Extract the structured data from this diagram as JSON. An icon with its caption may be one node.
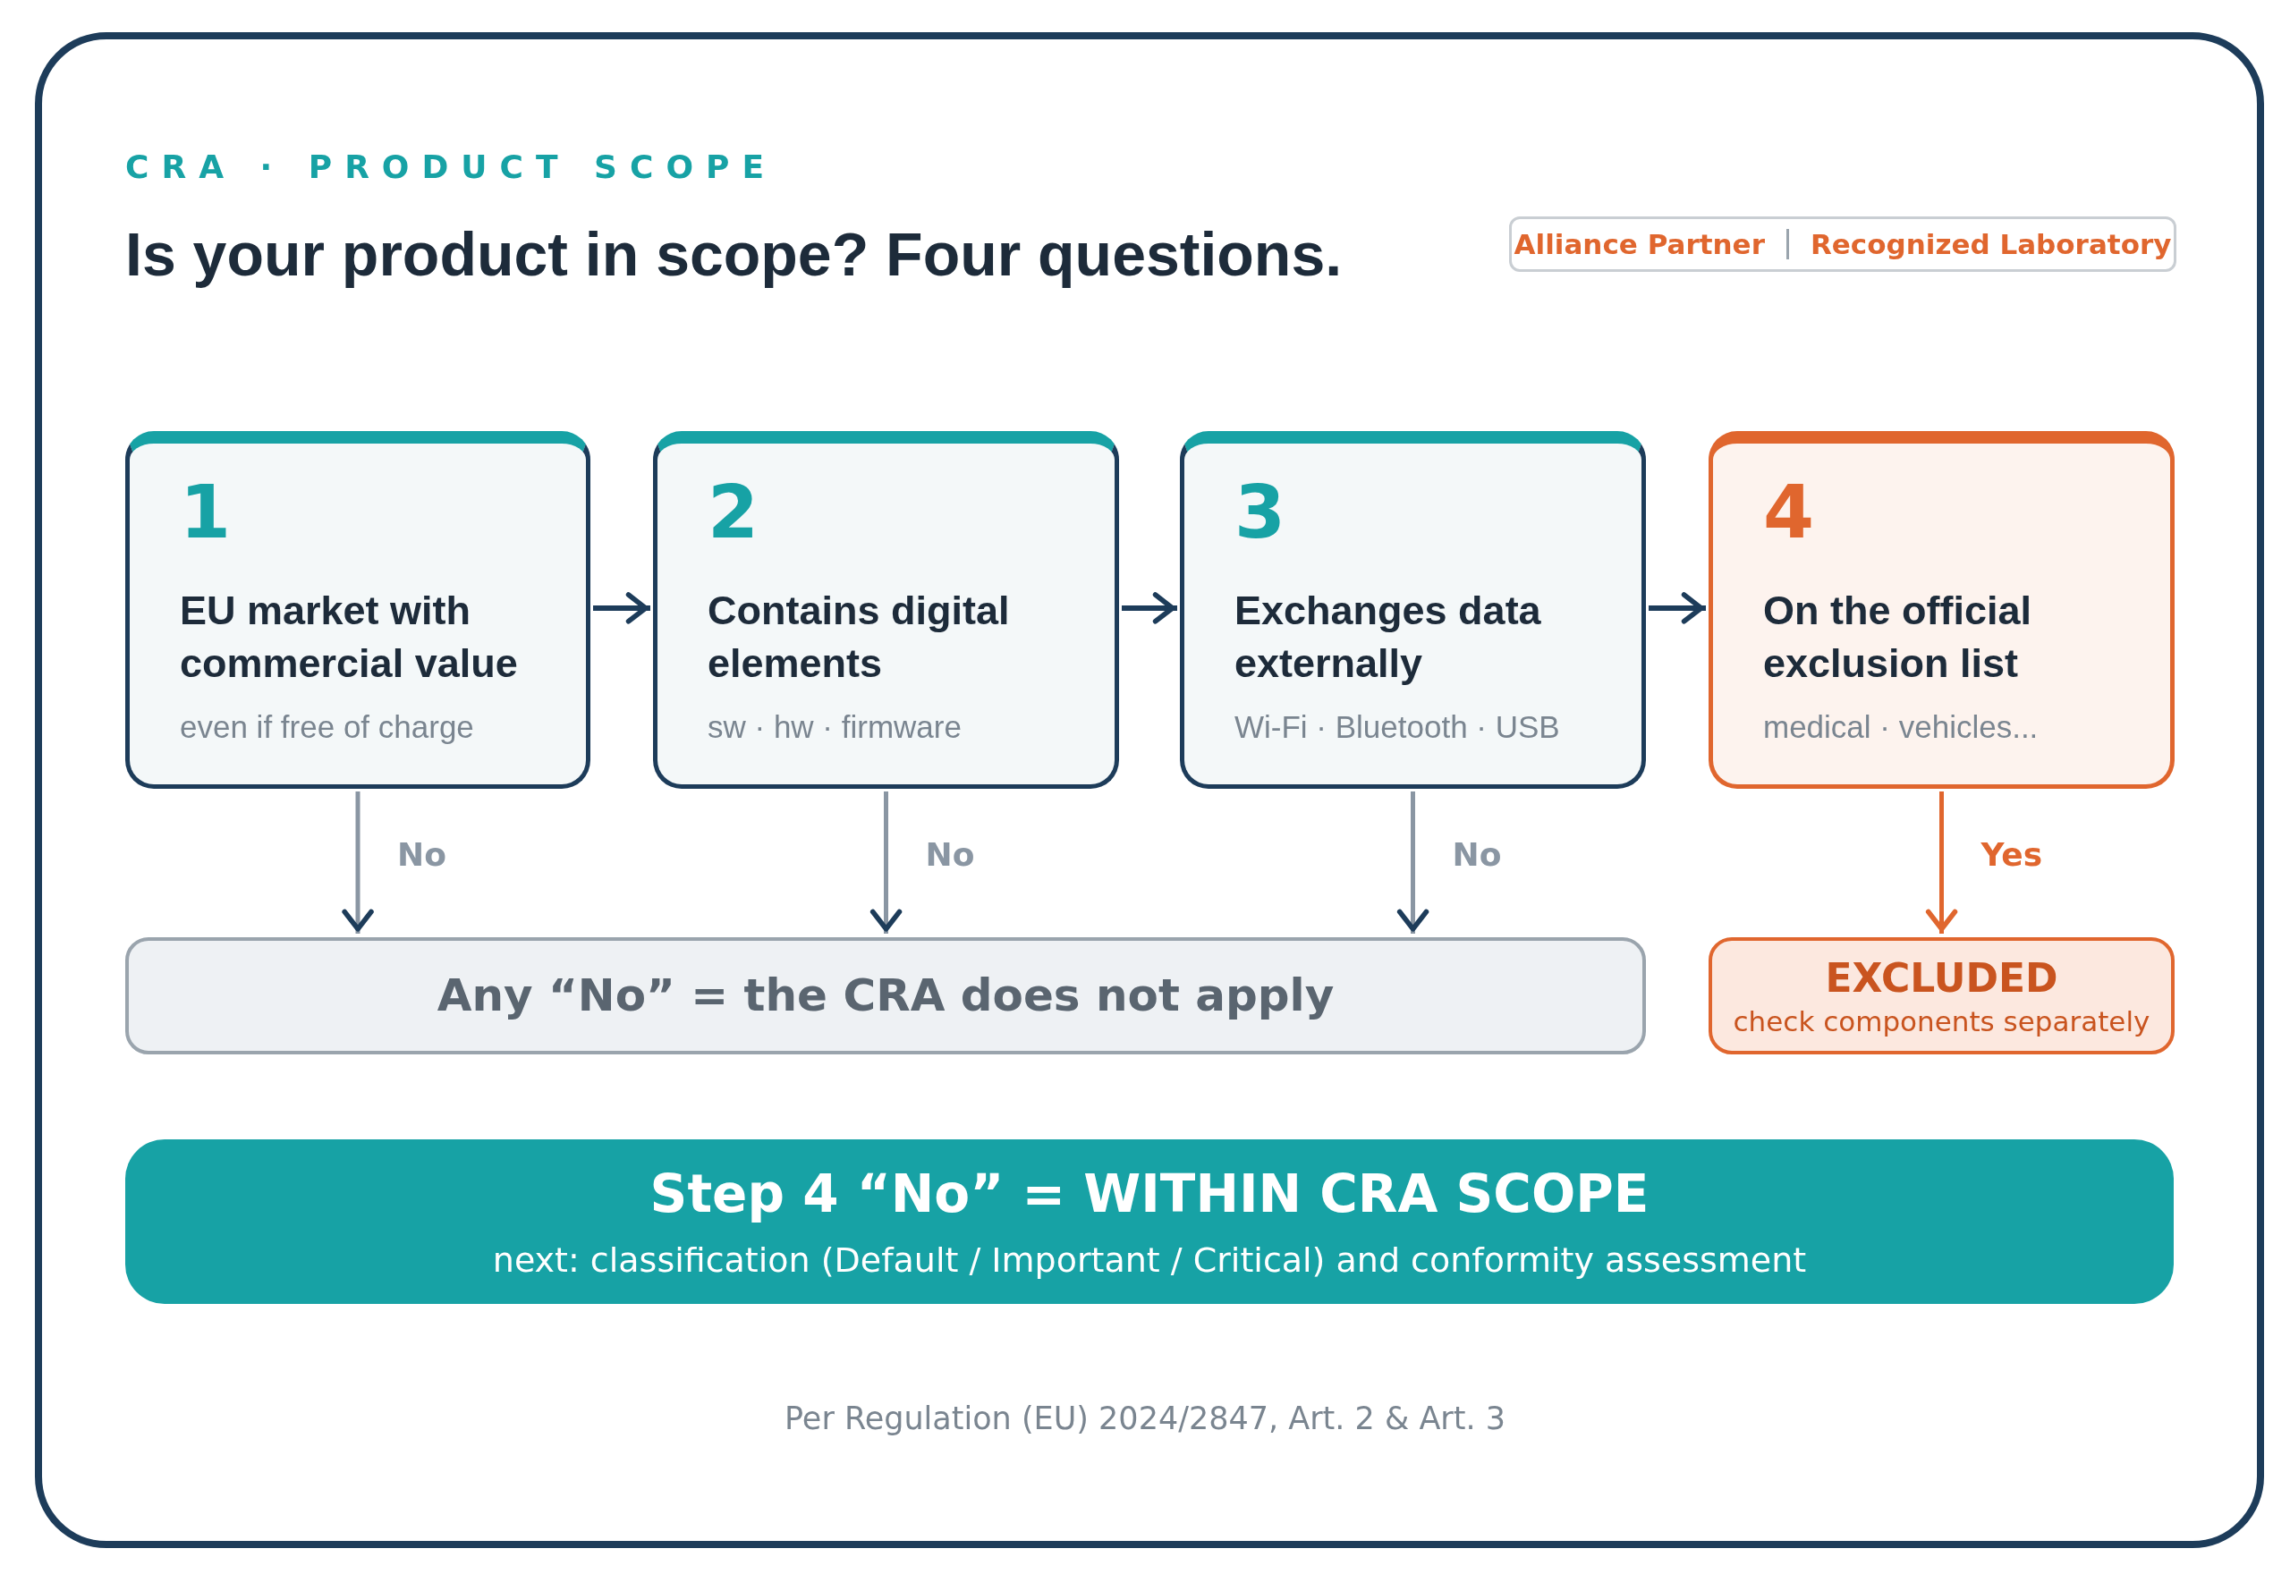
{
  "diagram": {
    "title": "Is your product in scope? Four questions.",
    "nodes": [
      {
        "text": [
          "1",
          "EU market with commercial value",
          "even if free of charge"
        ]
      },
      {
        "text": [
          "2",
          "Contains digital elements",
          "sw · hw · firmware"
        ]
      },
      {
        "text": [
          "3",
          "Exchanges data externally",
          "Wi-Fi · Bluetooth · USB"
        ]
      },
      {
        "text": [
          "4",
          "On the official exclusion list",
          "medical · vehicles..."
        ]
      },
      {
        "text": [
          "Any “No” = the CRA does not apply"
        ]
      },
      {
        "text": [
          "EXCLUDED",
          "check components separately"
        ]
      },
      {
        "text": [
          "Step 4 “No” = WITHIN CRA SCOPE",
          "next: classification (Default / Important / Critical) and conformity assessment"
        ]
      }
    ],
    "edges": [
      {
        "from": 0,
        "to": 1,
        "arrow": "to"
      },
      {
        "from": 1,
        "to": 2,
        "arrow": "to"
      },
      {
        "from": 2,
        "to": 3,
        "arrow": "to"
      },
      {
        "from": 0,
        "to": 4,
        "arrow": "to",
        "label": "No",
        "color": "#8a96a3"
      },
      {
        "from": 1,
        "to": 4,
        "arrow": "to",
        "label": "No",
        "color": "#8a96a3"
      },
      {
        "from": 2,
        "to": 4,
        "arrow": "to",
        "label": "No",
        "color": "#8a96a3"
      },
      {
        "from": 3,
        "to": 5,
        "arrow": "to",
        "label": "Yes",
        "color": "#e0662e"
      }
    ],
    "labels": [
      "CRA · PRODUCT SCOPE",
      "Alliance Partner",
      "Recognized Laboratory",
      "Per Regulation (EU) 2024/2847, Art. 2 & Art. 3"
    ]
  }
}
